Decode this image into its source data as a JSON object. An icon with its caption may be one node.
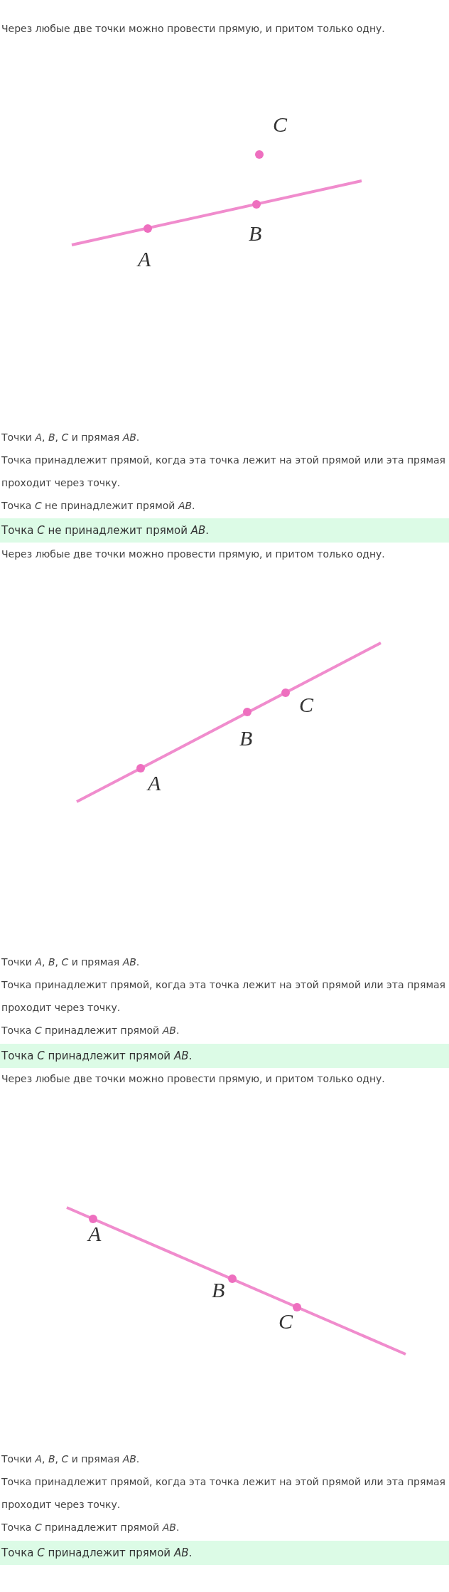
{
  "diagram": {
    "labels": [
      "Через любые две точки можно провести прямую, и притом только одну.",
      "C",
      "B",
      "A",
      "Точки *A*, *B*, *C* и прямая *AB*.",
      "Точка принадлежит прямой, когда эта точка лежит на этой прямой или эта прямая проходит через точку.",
      "Точка *C* не принадлежит прямой *AB*.",
      "Точка *C* не принадлежит прямой *AB*.",
      "Через любые две точки можно провести прямую, и притом только одну.",
      "C",
      "B",
      "A",
      "Точки *A*, *B*, *C* и прямая *AB*.",
      "Точка принадлежит прямой, когда эта точка лежит на этой прямой или эта прямая проходит через точку.",
      "Точка *C* принадлежит прямой *AB*.",
      "Точка *C* принадлежит прямой *AB*.",
      "Через любые две точки можно провести прямую, и притом только одну.",
      "A",
      "B",
      "C",
      "Точки *A*, *B*, *C* и прямая *AB*.",
      "Точка принадлежит прямой, когда эта точка лежит на этой прямой или эта прямая проходит через точку.",
      "Точка *C* принадлежит прямой *AB*.",
      "Точка *C* принадлежит прямой *AB*."
    ]
  }
}
